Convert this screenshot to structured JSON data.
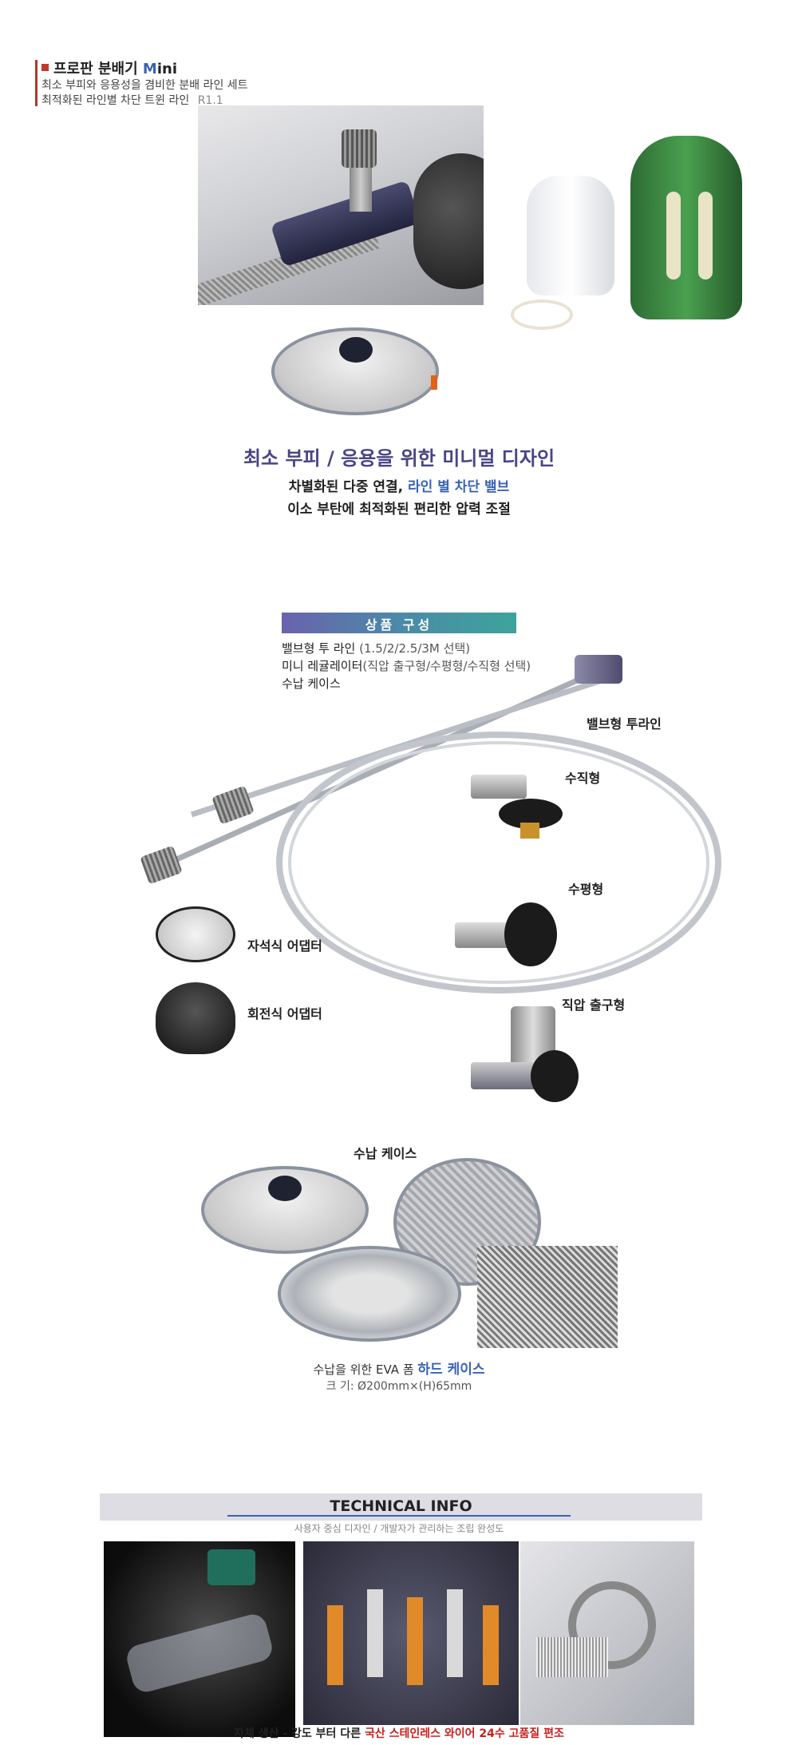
{
  "header": {
    "title_prefix": "프로판 분배기 ",
    "title_accent": "M",
    "title_suffix": "ini",
    "line1": "최소 부피와 응용성을 겸비한 분배 라인 세트",
    "line2": "최적화된  라인별 차단 트윈 라인",
    "version": "R1.1"
  },
  "intro": {
    "headline": "최소 부피 / 응용을 위한 미니멀 디자인",
    "sub1_pre": "차별화된 다중 연결, ",
    "sub1_accent": "라인 별 차단 밸브",
    "sub2": "이소 부탄에 최적화된 편리한 압력 조절"
  },
  "components": {
    "heading": "상품 구성",
    "item1": "밸브형 투 라인",
    "item1_note": "(1.5/2/2.5/3M 선택)",
    "item2": "미니 레귤레이터",
    "item2_note": "(직압 출구형/수평형/수직형 선택)",
    "item3": "수납 케이스",
    "labels": {
      "valve_line": "밸브형 투라인",
      "vertical": "수직형",
      "horizontal": "수평형",
      "magnetic": "자석식 어댑터",
      "rotary": "회전식 어댑터",
      "direct": "직압 출구형"
    }
  },
  "case": {
    "title": "수납 케이스",
    "desc_pre": "수납을 위한 EVA 폼 ",
    "desc_accent": "하드 케이스",
    "size": "크  기: Ø200mm×(H)65mm"
  },
  "technical": {
    "title_pre": "TECHNICAL  I",
    "title_suffix": "NFO",
    "subtitle": "사용자 중심 디자인 / 개발자가 관리하는 조립 완성도",
    "caption_pre": "자체 생산 - 강도 부터 다른 ",
    "caption_accent": "국산 스테인레스 와이어 24수 고품질 편조"
  },
  "colors": {
    "accent_blue": "#3a63b5",
    "headline_purple": "#4a4585",
    "caption_red": "#c8201e",
    "bullet": "#c0392b"
  }
}
